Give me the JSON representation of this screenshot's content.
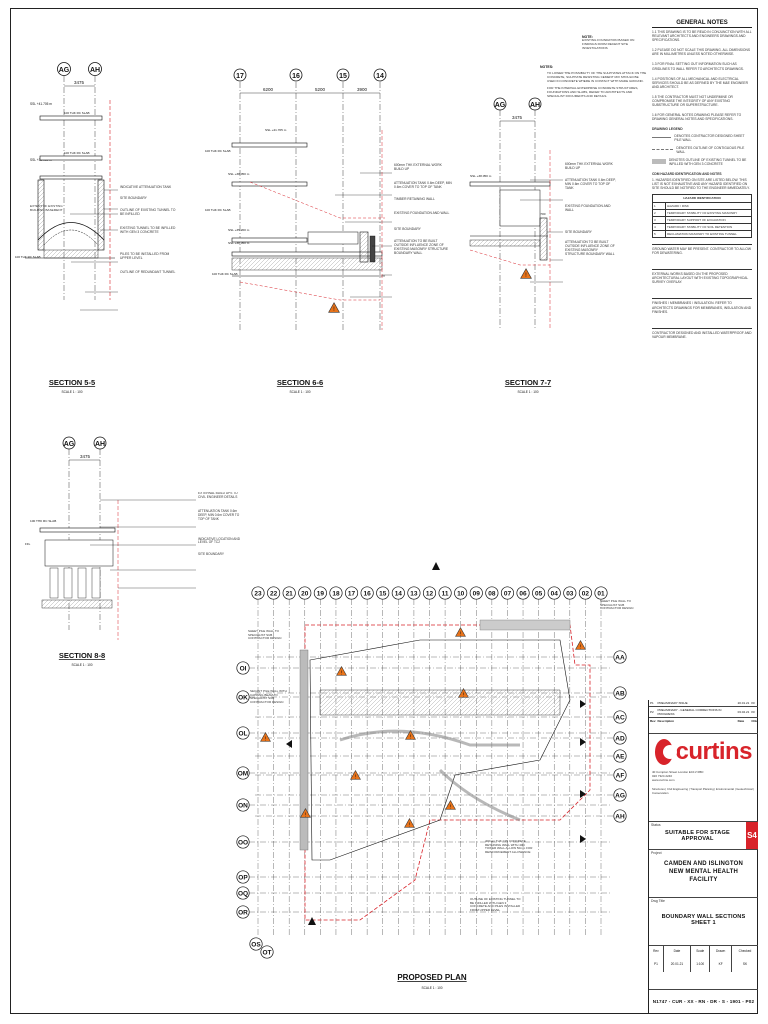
{
  "general_notes": {
    "heading": "GENERAL NOTES",
    "items": [
      "1.1 THIS DRAWING IS TO BE READ IN CONJUNCTION WITH ALL RELEVANT ARCHITECTS AND ENGINEERS DRAWINGS AND SPECIFICATIONS.",
      "1.2 PLEASE DO NOT SCALE THIS DRAWING. ALL DIMENSIONS ARE IN MILLIMETRES UNLESS NOTED OTHERWISE.",
      "1.3 FOR FINAL SETTING OUT INFORMATION SUCH AS GRIDLINES TO WALL REFER TO ARCHITECTS DRAWINGS.",
      "1.4 POSITIONS OF ALL MECHANICAL AND ELECTRICAL SERVICES SHOULD BE AS DEFINED BY THE M&E ENGINEER AND ARCHITECT.",
      "1.5 THE CONTRACTOR MUST NOT UNDERMINE OR COMPROMISE THE INTEGRITY OF ANY EXISTING SUBSTRUCTURE OR SUPERSTRUCTURE.",
      "1.6 FOR GENERAL NOTES DRAWING PLEASE REFER TO DRAWING GENERAL NOTES AND SPECIFICATIONS."
    ],
    "legend_heading": "DRAWING LEGEND",
    "legend": [
      "DENOTES CONTRACTOR DESIGNED SHEET PILE WALL",
      "DENOTES OUTLINE OF CONTIGUOUS PILE WALL",
      "DENOTES OUTLINE OF EXISTING TUNNEL TO BE INFILLED WITH GEN 3 CONCRETE"
    ],
    "cdm_heading": "CDM HAZARD IDENTIFICATION AND NOTES",
    "cdm_text": "1. HAZARDS IDENTIFIED ON SITE ARE LISTED BELOW. THIS LIST IS NOT EXHAUSTIVE AND ANY HAZARD IDENTIFIED ON SITE SHOULD BE NOTIFIED TO THE ENGINEER IMMEDIATELY.",
    "hazard_table_title": "HAZARD IDENTIFICATION",
    "hazards": [
      {
        "ref": "1",
        "desc": "HAZARD / RISK"
      },
      {
        "ref": "2",
        "desc": "TEMPORARY STABILITY OF EXISTING MASONRY"
      },
      {
        "ref": "3",
        "desc": "TEMPORARY SUPPORT OF EXCAVATION"
      },
      {
        "ref": "4",
        "desc": "TEMPORARY STABILITY OF SOIL RETENTION"
      },
      {
        "ref": "5",
        "desc": "RECLAMATION MASONRY TO EXISTING TUNNEL"
      }
    ],
    "extra_notes": [
      "GROUND WATER MAY BE PRESENT. CONTRACTOR TO ALLOW FOR DEWATERING.",
      "EXTERNAL WORKS BASED ON THE PROPOSED ARCHITECTURAL LAYOUT WITH EXISTING TOPOGRAPHICAL SURVEY OVERLAY.",
      "FINISHES / MEMBRANES / INSULATION. REFER TO ARCHITECTS DRAWINGS FOR MEMBRANES, INSULATION AND FINISHES.",
      "CONTRACTOR DESIGNED AND INSTALLED WATERPROOF AND VAPOUR MEMBRANE."
    ]
  },
  "top_note": {
    "title": "NOTE:",
    "text": "EXISTING FOUNDATION BASED ON FINDINGS FROM RECENT SITE INVESTIGATIONS"
  },
  "notes_column": {
    "title": "NOTES:",
    "items": [
      "TO LOWER THE POSSIBILITY OF THE SULPHATES ATTACK ON THE CONCRETE, SULPHATE RESISTING CEMENT MIX SHOULD BE USED IN CONCRETE WHERE IN CONTACT WITH MADE GROUND.",
      "FOR THE INTERNAL ENTERPRISE CONCRETE STRUCTURES, FOUNDATIONS AND SLABS, REFER TO ARCHITECTS AND SPECIALIST DOCUMENTS AND DETAILS."
    ]
  },
  "sections": [
    {
      "title": "SECTION 5-5",
      "scale": "SCALE 1 : 100",
      "grids": [
        "AG",
        "AH"
      ],
      "dims": [
        "3475"
      ],
      "levels": [
        "SSL +41.705 m",
        "SSL +38.050 m",
        "100 THK RC SLAB",
        "100 THK RC SLAB"
      ],
      "callouts": [
        "INDICATIVE ATTENUATION TANK",
        "SITE BOUNDARY",
        "EXTENT OF EXISTING BUILDING BASEMENT",
        "OUTLINE OF EXISTING TUNNEL TO BE INFILLED",
        "EXISTING TUNNEL TO BE INFILLED WITH GEN 3 CONCRETE",
        "PILES TO BE INSTALLED FROM UPPER LEVEL",
        "OUTLINE OF REDUNDANT TUNNEL"
      ]
    },
    {
      "title": "SECTION 6-6",
      "scale": "SCALE 1 : 100",
      "grids": [
        "17",
        "16",
        "15",
        "14"
      ],
      "dims": [
        "6200",
        "5200",
        "3900"
      ],
      "levels": [
        "SSL +41.705 m",
        "SSL +38.050 m",
        "SSL +35.200 m",
        "SSL +38.050 m",
        "100 THK RC SLAB",
        "100 THK RC SLAB"
      ],
      "callouts": [
        "600mm THK EXTERNAL WORK BUILD UP",
        "ATTENUATION TANK 0.6m DEEP, MIN 0.6m COVER TO TOP OF TANK",
        "TIMBER RETAINING WALL",
        "EXISTING FOUNDATION AND WALL",
        "SITE BOUNDARY",
        "ATTENUATION TO BE BUILT OUTSIDE INFLUENCE ZONE OF EXISTING MASONRY STRUCTURE BOUNDARY WALL"
      ]
    },
    {
      "title": "SECTION 7-7",
      "scale": "SCALE 1 : 100",
      "grids": [
        "AG",
        "AH"
      ],
      "dims": [
        "3475"
      ],
      "levels": [
        "SSL +38.050 m",
        "+34700"
      ],
      "callouts": [
        "600mm THK EXTERNAL WORK BUILD UP",
        "ATTENUATION TANK 0.6m DEEP, MIN 0.6m COVER TO TOP OF TANK",
        "EXISTING FOUNDATION AND WALL",
        "SITE BOUNDARY",
        "ATTENUATION TO BE BUILT OUTSIDE INFLUENCE ZONE OF EXISTING MASONRY STRUCTURE BOUNDARY WALL"
      ]
    },
    {
      "title": "SECTION 8-8",
      "scale": "SCALE 1 : 100",
      "grids": [
        "AG",
        "AH"
      ],
      "dims": [
        "3475"
      ],
      "levels": [
        "100 THK RC SLAB"
      ],
      "callouts": [
        "EXTERNAL BUILD UPS TO CIVIL ENGINEER DETAILS",
        "ATTENUATION TANK 0.6m DEEP, MIN 0.6m COVER TO TOP OF TANK",
        "INDICATIVE LOCATION AND LEVEL OF TC2",
        "SITE BOUNDARY"
      ]
    }
  ],
  "plan": {
    "title": "PROPOSED PLAN",
    "scale": "SCALE 1 : 100",
    "top_grids": [
      "23",
      "22",
      "21",
      "20",
      "19",
      "18",
      "17",
      "16",
      "15",
      "14",
      "13",
      "12",
      "11",
      "10",
      "09",
      "08",
      "07",
      "06",
      "05",
      "04",
      "03",
      "02",
      "01"
    ],
    "left_grids": [
      "OI",
      "OK",
      "OL",
      "OM",
      "ON",
      "OO",
      "OP",
      "OQ",
      "OR",
      "OS",
      "OT"
    ],
    "right_grids": [
      "AA",
      "AB",
      "AC",
      "AD",
      "AE",
      "AF",
      "AG",
      "AH"
    ],
    "callouts": [
      "SHEET PILE WALL TO SPECIALIST SUB CONTRACTOR DESIGN",
      "SECANT PILE WALL WITH CAPPING BEAM TO SPECIALIST SUB CONTRACTOR DESIGN",
      "SHEET PILE WALL TO SPECIALIST SUB CONTRACTOR DESIGN",
      "400mm THK C35 CONCRETE RETAINING WALL WITH 40N TOWER WALL ALLOW 50mm FOR REINFORCEMENT ALLOWANCE",
      "OUTLINE OF EXISTING TUNNEL TO BE INFILLED WITH GEN 3 CONCRETE AND PILES INSTALLED FROM UPPER LEVEL"
    ]
  },
  "title_block": {
    "revision_header": [
      "Rev",
      "Description",
      "Date",
      "Chk"
    ],
    "revision_rows": [
      {
        "rev": "P1",
        "desc": "PRELIMINARY ISSUE",
        "date": "20.01.21",
        "chk": "KF"
      },
      {
        "rev": "P2",
        "desc": "PRELIMINARY - GENERAL CORRECTIONS IN PROGRESS",
        "date": "03.02.21",
        "chk": "KF"
      }
    ],
    "company": "curtins",
    "address": "40 Compton Street London EC1V 0BD\n020 7324 2240\nwww.curtins.com",
    "services": "Structures | Civil Engineering | Transport Planning | Environmental | Geotechnical | Conservation",
    "status_label": "Status",
    "status": "SUITABLE FOR STAGE APPROVAL",
    "status_code": "S4",
    "project_label": "Project",
    "project": "CAMDEN AND ISLINGTON NEW MENTAL HEALTH FACILITY",
    "drawing_label": "Dwg Title",
    "drawing_title": "BOUNDARY WALL SECTIONS SHEET 1",
    "meta_headers": [
      "Rev",
      "Date",
      "Scale",
      "Drawn",
      "Checked"
    ],
    "meta_values": [
      "P1",
      "20.01.21",
      "1:100",
      "KF",
      "SK"
    ],
    "drawing_number": "N1747 - CUR - XX - RN - DR - S - 1901 - P02"
  },
  "colors": {
    "line": "#1a1a1a",
    "red_dash": "#d8232a",
    "hazard": "#e8731a",
    "accent": "#d8232a"
  }
}
